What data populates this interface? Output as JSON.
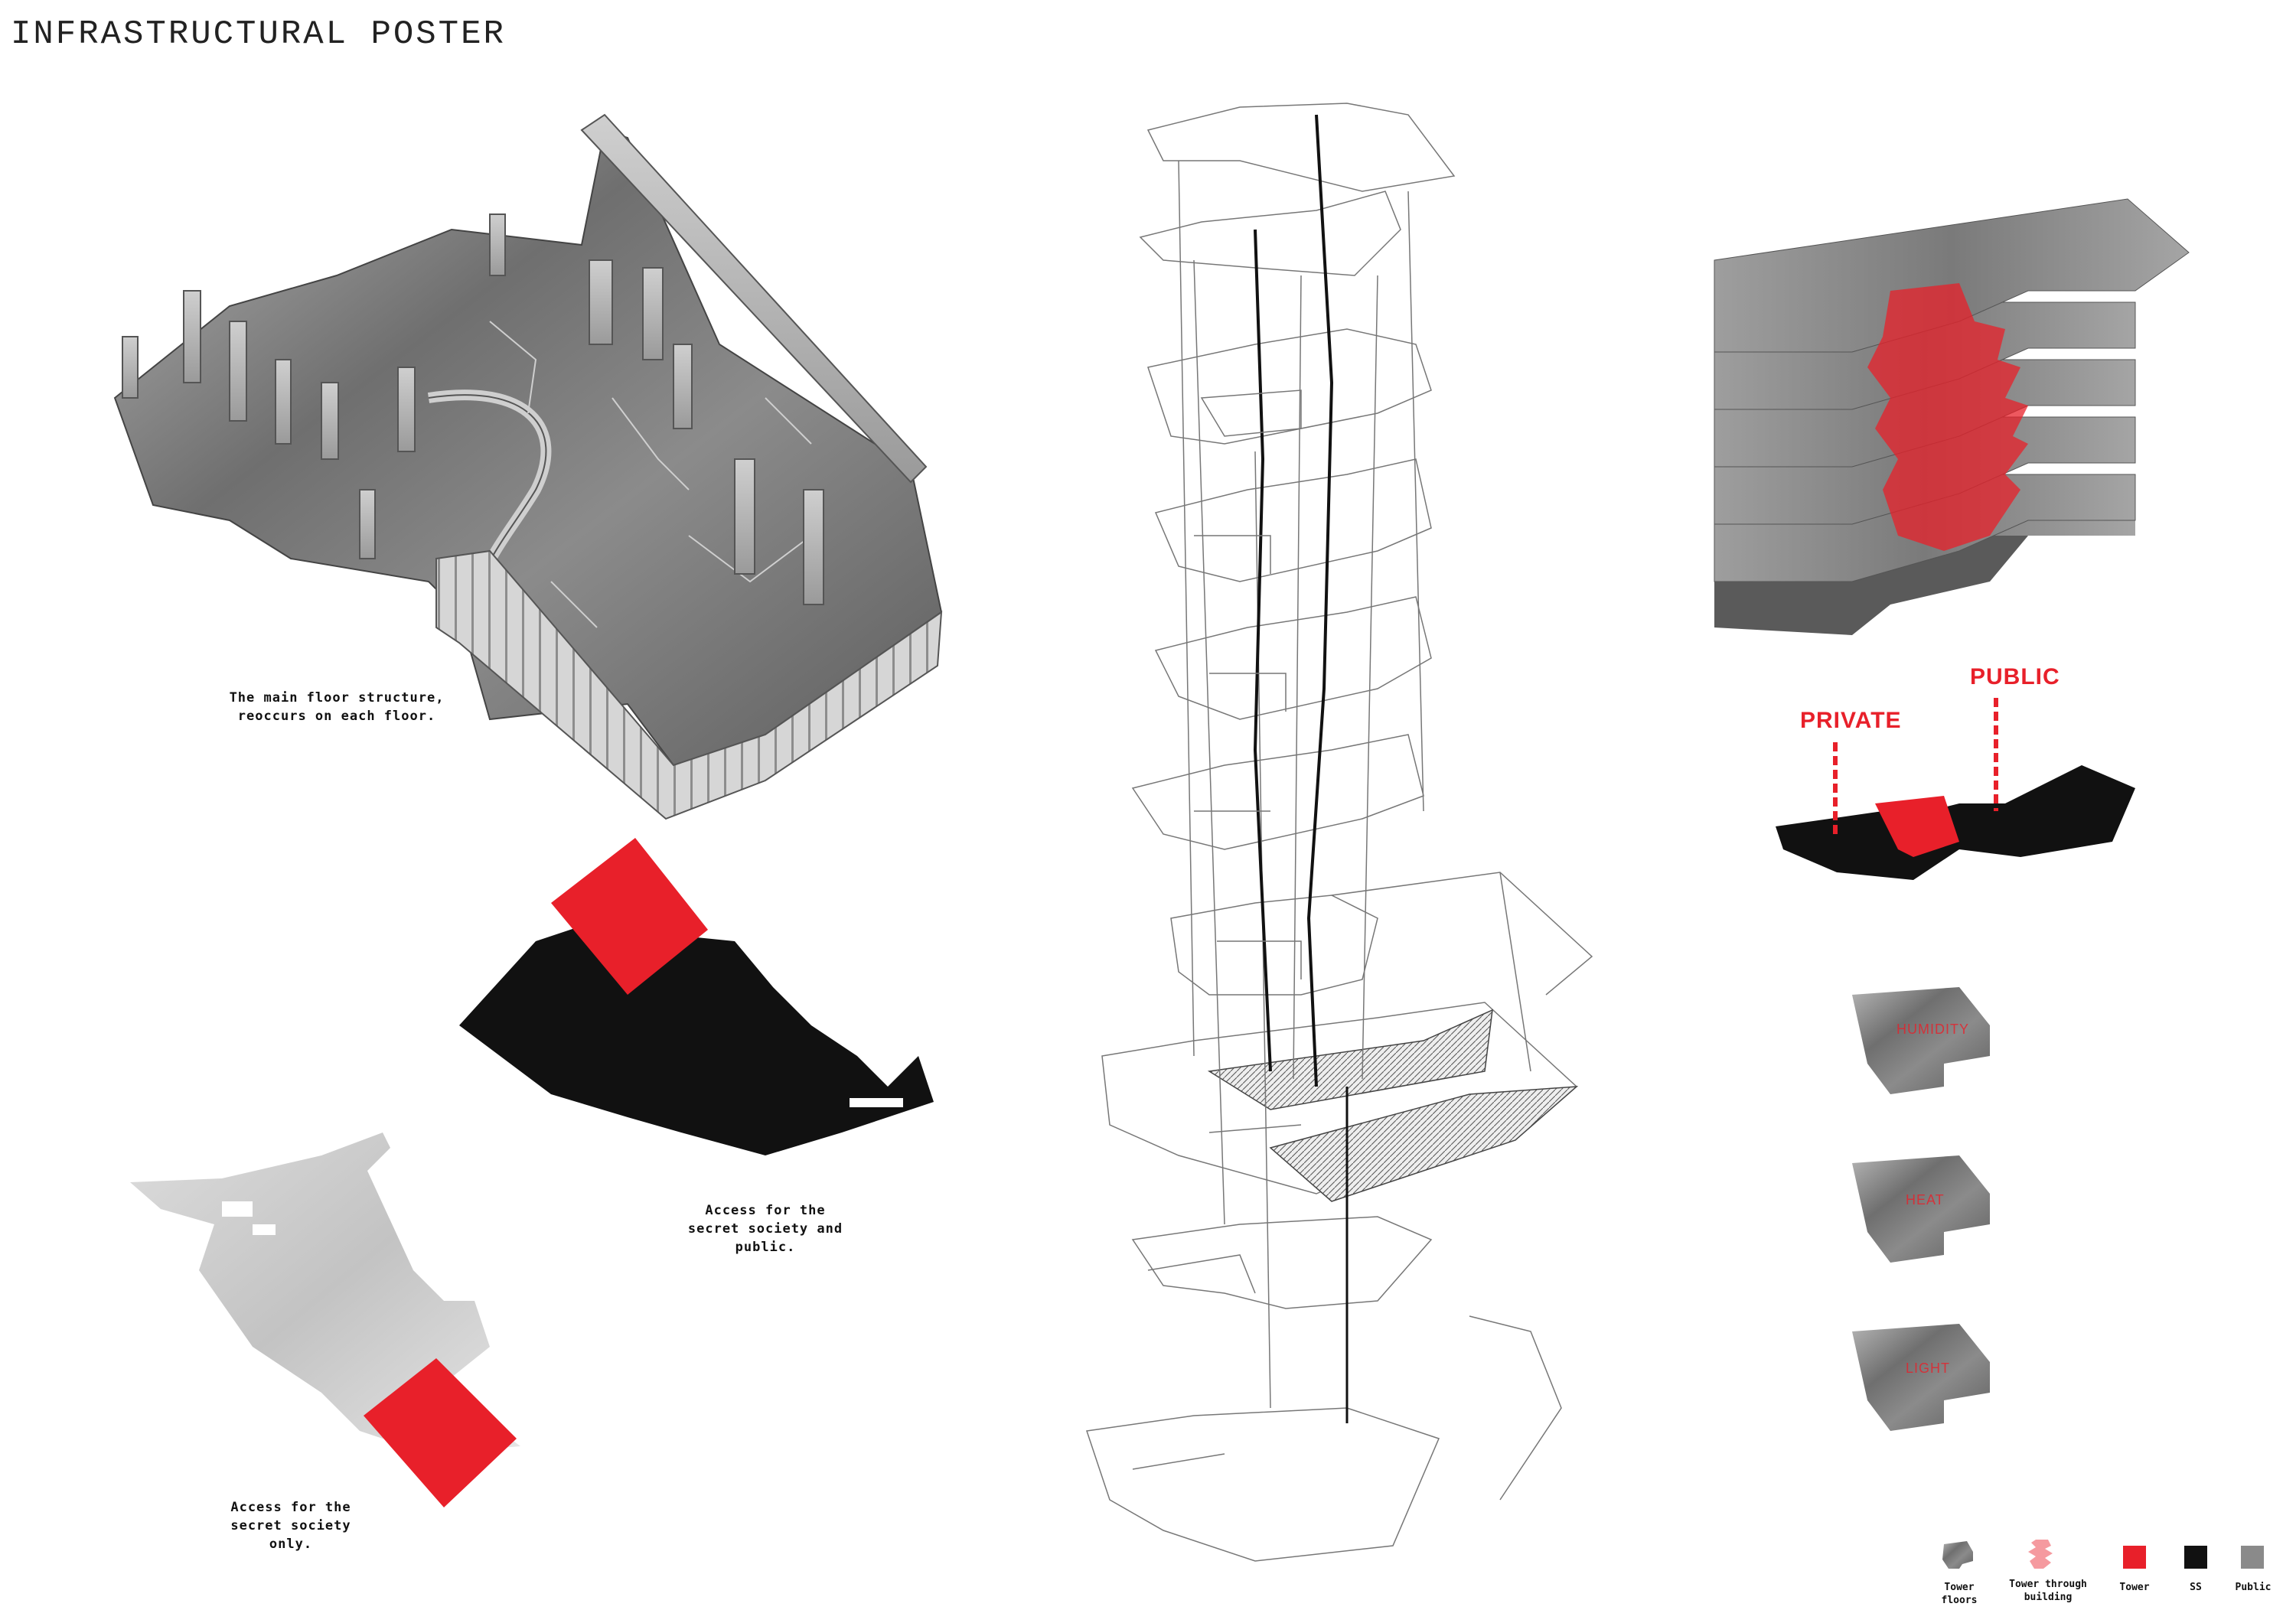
{
  "poster": {
    "title": "INFRASTRUCTURAL POSTER"
  },
  "captions": {
    "main_floor": [
      "The main floor structure,",
      "reoccurs on each floor."
    ],
    "society_public": [
      "Access for the",
      "secret society and",
      "public."
    ],
    "society_only": [
      "Access for the",
      "secret society",
      "only."
    ]
  },
  "section_labels": {
    "private": "PRIVATE",
    "public": "PUBLIC"
  },
  "tiles": [
    {
      "label": "HUMIDITY"
    },
    {
      "label": "HEAT"
    },
    {
      "label": "LIGHT"
    }
  ],
  "legend": {
    "items": [
      {
        "label": [
          "Tower",
          "floors"
        ],
        "swatch": "stone"
      },
      {
        "label": [
          "Tower through",
          "building"
        ],
        "swatch": "pink-stack"
      },
      {
        "label": [
          "Tower"
        ],
        "swatch": "#e8202a"
      },
      {
        "label": [
          "SS"
        ],
        "swatch": "#111111"
      },
      {
        "label": [
          "Public"
        ],
        "swatch": "#8a8a8a"
      }
    ]
  },
  "colors": {
    "accent_red": "#e8202a",
    "secret_society_black": "#111111",
    "public_grey": "#8a8a8a",
    "concrete": "#7d7d7d"
  }
}
